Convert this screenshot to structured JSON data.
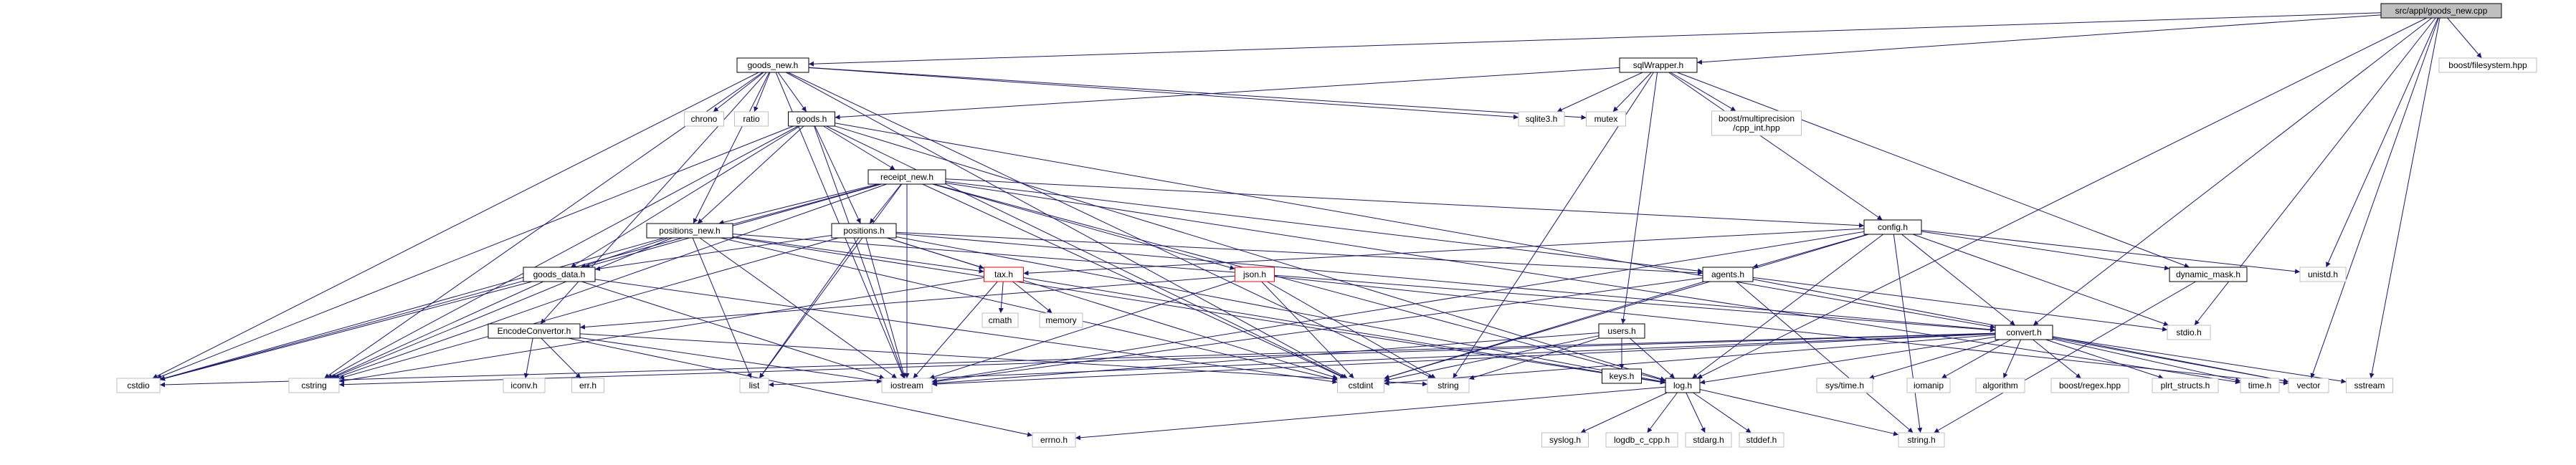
{
  "colors": {
    "edge": "#191970",
    "node_border_normal": "#000000",
    "node_border_external": "#bfbfbf",
    "node_border_incomplete": "#ff0000",
    "root_fill": "#bfbfbf",
    "node_fill": "#ffffff"
  },
  "nodes": [
    {
      "id": "root",
      "label": "src/appl/goods_new.cpp",
      "style": "root"
    },
    {
      "id": "goods_new_h",
      "label": "goods_new.h",
      "style": "normal"
    },
    {
      "id": "sqlwrapper_h",
      "label": "sqlWrapper.h",
      "style": "normal"
    },
    {
      "id": "boost_filesystem",
      "label": "boost/filesystem.hpp",
      "style": "external"
    },
    {
      "id": "chrono",
      "label": "chrono",
      "style": "external"
    },
    {
      "id": "ratio",
      "label": "ratio",
      "style": "external"
    },
    {
      "id": "goods_h",
      "label": "goods.h",
      "style": "normal"
    },
    {
      "id": "sqlite3_h",
      "label": "sqlite3.h",
      "style": "external"
    },
    {
      "id": "mutex",
      "label": "mutex",
      "style": "external"
    },
    {
      "id": "boost_mp",
      "label": "boost/multiprecision\n/cpp_int.hpp",
      "style": "external"
    },
    {
      "id": "receipt_new_h",
      "label": "receipt_new.h",
      "style": "normal"
    },
    {
      "id": "config_h",
      "label": "config.h",
      "style": "normal"
    },
    {
      "id": "positions_new_h",
      "label": "positions_new.h",
      "style": "normal"
    },
    {
      "id": "positions_h",
      "label": "positions.h",
      "style": "normal"
    },
    {
      "id": "goods_data_h",
      "label": "goods_data.h",
      "style": "normal"
    },
    {
      "id": "tax_h",
      "label": "tax.h",
      "style": "incomplete"
    },
    {
      "id": "json_h",
      "label": "json.h",
      "style": "incomplete"
    },
    {
      "id": "agents_h",
      "label": "agents.h",
      "style": "normal"
    },
    {
      "id": "dynamic_mask_h",
      "label": "dynamic_mask.h",
      "style": "normal"
    },
    {
      "id": "unistd_h",
      "label": "unistd.h",
      "style": "external"
    },
    {
      "id": "cmath",
      "label": "cmath",
      "style": "external"
    },
    {
      "id": "memory",
      "label": "memory",
      "style": "external"
    },
    {
      "id": "encode_h",
      "label": "EncodeConvertor.h",
      "style": "normal"
    },
    {
      "id": "users_h",
      "label": "users.h",
      "style": "normal"
    },
    {
      "id": "keys_h",
      "label": "keys.h",
      "style": "normal"
    },
    {
      "id": "convert_h",
      "label": "convert.h",
      "style": "normal"
    },
    {
      "id": "stdio_h",
      "label": "stdio.h",
      "style": "external"
    },
    {
      "id": "cstdio",
      "label": "cstdio",
      "style": "external"
    },
    {
      "id": "cstring",
      "label": "cstring",
      "style": "external"
    },
    {
      "id": "iconv_h",
      "label": "iconv.h",
      "style": "external"
    },
    {
      "id": "err_h",
      "label": "err.h",
      "style": "external"
    },
    {
      "id": "list",
      "label": "list",
      "style": "external"
    },
    {
      "id": "iostream",
      "label": "iostream",
      "style": "external"
    },
    {
      "id": "cstdint",
      "label": "cstdint",
      "style": "external"
    },
    {
      "id": "string",
      "label": "string",
      "style": "external"
    },
    {
      "id": "log_h",
      "label": "log.h",
      "style": "normal"
    },
    {
      "id": "sys_time_h",
      "label": "sys/time.h",
      "style": "external"
    },
    {
      "id": "iomanip",
      "label": "iomanip",
      "style": "external"
    },
    {
      "id": "algorithm",
      "label": "algorithm",
      "style": "external"
    },
    {
      "id": "boost_regex",
      "label": "boost/regex.hpp",
      "style": "external"
    },
    {
      "id": "plrt_structs",
      "label": "plrt_structs.h",
      "style": "external"
    },
    {
      "id": "time_h",
      "label": "time.h",
      "style": "external"
    },
    {
      "id": "vector",
      "label": "vector",
      "style": "external"
    },
    {
      "id": "sstream",
      "label": "sstream",
      "style": "external"
    },
    {
      "id": "errno_h",
      "label": "errno.h",
      "style": "external"
    },
    {
      "id": "syslog_h",
      "label": "syslog.h",
      "style": "external"
    },
    {
      "id": "logdb_h",
      "label": "logdb_c_cpp.h",
      "style": "external"
    },
    {
      "id": "stdarg_h",
      "label": "stdarg.h",
      "style": "external"
    },
    {
      "id": "stddef_h",
      "label": "stddef.h",
      "style": "external"
    },
    {
      "id": "string_h",
      "label": "string.h",
      "style": "external"
    }
  ],
  "edges": [
    [
      "root",
      "goods_new_h"
    ],
    [
      "root",
      "sqlwrapper_h"
    ],
    [
      "root",
      "boost_filesystem"
    ],
    [
      "root",
      "unistd_h"
    ],
    [
      "root",
      "stdio_h"
    ],
    [
      "root",
      "vector"
    ],
    [
      "root",
      "sstream"
    ],
    [
      "root",
      "log_h"
    ],
    [
      "root",
      "convert_h"
    ],
    [
      "goods_new_h",
      "chrono"
    ],
    [
      "goods_new_h",
      "ratio"
    ],
    [
      "goods_new_h",
      "goods_h"
    ],
    [
      "goods_new_h",
      "sqlite3_h"
    ],
    [
      "goods_new_h",
      "mutex"
    ],
    [
      "goods_new_h",
      "positions_new_h"
    ],
    [
      "goods_new_h",
      "encode_h"
    ],
    [
      "goods_new_h",
      "cstdio"
    ],
    [
      "goods_new_h",
      "cstring"
    ],
    [
      "goods_new_h",
      "iostream"
    ],
    [
      "goods_new_h",
      "cstdint"
    ],
    [
      "goods_new_h",
      "string"
    ],
    [
      "sqlwrapper_h",
      "goods_h"
    ],
    [
      "sqlwrapper_h",
      "sqlite3_h"
    ],
    [
      "sqlwrapper_h",
      "mutex"
    ],
    [
      "sqlwrapper_h",
      "boost_mp"
    ],
    [
      "sqlwrapper_h",
      "config_h"
    ],
    [
      "sqlwrapper_h",
      "dynamic_mask_h"
    ],
    [
      "sqlwrapper_h",
      "users_h"
    ],
    [
      "sqlwrapper_h",
      "string"
    ],
    [
      "goods_h",
      "receipt_new_h"
    ],
    [
      "goods_h",
      "positions_new_h"
    ],
    [
      "goods_h",
      "positions_h"
    ],
    [
      "goods_h",
      "goods_data_h"
    ],
    [
      "goods_h",
      "cstdio"
    ],
    [
      "goods_h",
      "cstring"
    ],
    [
      "goods_h",
      "iostream"
    ],
    [
      "goods_h",
      "cstdint"
    ],
    [
      "goods_h",
      "log_h"
    ],
    [
      "goods_h",
      "convert_h"
    ],
    [
      "receipt_new_h",
      "config_h"
    ],
    [
      "receipt_new_h",
      "positions_new_h"
    ],
    [
      "receipt_new_h",
      "positions_h"
    ],
    [
      "receipt_new_h",
      "json_h"
    ],
    [
      "receipt_new_h",
      "goods_data_h"
    ],
    [
      "receipt_new_h",
      "cstdio"
    ],
    [
      "receipt_new_h",
      "cstring"
    ],
    [
      "receipt_new_h",
      "list"
    ],
    [
      "receipt_new_h",
      "iostream"
    ],
    [
      "receipt_new_h",
      "cstdint"
    ],
    [
      "receipt_new_h",
      "log_h"
    ],
    [
      "receipt_new_h",
      "time_h"
    ],
    [
      "receipt_new_h",
      "agents_h"
    ],
    [
      "config_h",
      "tax_h"
    ],
    [
      "config_h",
      "agents_h"
    ],
    [
      "config_h",
      "dynamic_mask_h"
    ],
    [
      "config_h",
      "unistd_h"
    ],
    [
      "config_h",
      "stdio_h"
    ],
    [
      "config_h",
      "convert_h"
    ],
    [
      "config_h",
      "iostream"
    ],
    [
      "config_h",
      "cstdint"
    ],
    [
      "config_h",
      "log_h"
    ],
    [
      "config_h",
      "string_h"
    ],
    [
      "positions_new_h",
      "goods_data_h"
    ],
    [
      "positions_new_h",
      "tax_h"
    ],
    [
      "positions_new_h",
      "cstdio"
    ],
    [
      "positions_new_h",
      "cstring"
    ],
    [
      "positions_new_h",
      "list"
    ],
    [
      "positions_new_h",
      "iostream"
    ],
    [
      "positions_new_h",
      "cstdint"
    ],
    [
      "positions_new_h",
      "log_h"
    ],
    [
      "positions_new_h",
      "convert_h"
    ],
    [
      "positions_h",
      "goods_data_h"
    ],
    [
      "positions_h",
      "tax_h"
    ],
    [
      "positions_h",
      "cstring"
    ],
    [
      "positions_h",
      "list"
    ],
    [
      "positions_h",
      "iostream"
    ],
    [
      "positions_h",
      "cstdint"
    ],
    [
      "positions_h",
      "log_h"
    ],
    [
      "positions_h",
      "convert_h"
    ],
    [
      "positions_h",
      "agents_h"
    ],
    [
      "goods_data_h",
      "cstdio"
    ],
    [
      "goods_data_h",
      "cstring"
    ],
    [
      "goods_data_h",
      "iostream"
    ],
    [
      "goods_data_h",
      "cstdint"
    ],
    [
      "tax_h",
      "cmath"
    ],
    [
      "tax_h",
      "memory"
    ],
    [
      "tax_h",
      "iostream"
    ],
    [
      "tax_h",
      "cstring"
    ],
    [
      "tax_h",
      "log_h"
    ],
    [
      "json_h",
      "encode_h"
    ],
    [
      "json_h",
      "iostream"
    ],
    [
      "json_h",
      "cstdint"
    ],
    [
      "json_h",
      "string"
    ],
    [
      "json_h",
      "vector"
    ],
    [
      "agents_h",
      "iostream"
    ],
    [
      "agents_h",
      "cstdint"
    ],
    [
      "agents_h",
      "stdio_h"
    ],
    [
      "agents_h",
      "vector"
    ],
    [
      "agents_h",
      "string_h"
    ],
    [
      "dynamic_mask_h",
      "string_h"
    ],
    [
      "encode_h",
      "iconv_h"
    ],
    [
      "encode_h",
      "err_h"
    ],
    [
      "encode_h",
      "errno_h"
    ],
    [
      "encode_h",
      "iostream"
    ],
    [
      "encode_h",
      "string"
    ],
    [
      "users_h",
      "keys_h"
    ],
    [
      "users_h",
      "log_h"
    ],
    [
      "users_h",
      "iostream"
    ],
    [
      "users_h",
      "string"
    ],
    [
      "users_h",
      "cstdint"
    ],
    [
      "convert_h",
      "cstdio"
    ],
    [
      "convert_h",
      "cstring"
    ],
    [
      "convert_h",
      "list"
    ],
    [
      "convert_h",
      "iostream"
    ],
    [
      "convert_h",
      "cstdint"
    ],
    [
      "convert_h",
      "log_h"
    ],
    [
      "convert_h",
      "sys_time_h"
    ],
    [
      "convert_h",
      "iomanip"
    ],
    [
      "convert_h",
      "algorithm"
    ],
    [
      "convert_h",
      "boost_regex"
    ],
    [
      "convert_h",
      "plrt_structs"
    ],
    [
      "convert_h",
      "time_h"
    ],
    [
      "convert_h",
      "vector"
    ],
    [
      "convert_h",
      "sstream"
    ],
    [
      "log_h",
      "errno_h"
    ],
    [
      "log_h",
      "syslog_h"
    ],
    [
      "log_h",
      "logdb_h"
    ],
    [
      "log_h",
      "stdarg_h"
    ],
    [
      "log_h",
      "stddef_h"
    ],
    [
      "log_h",
      "string_h"
    ]
  ]
}
